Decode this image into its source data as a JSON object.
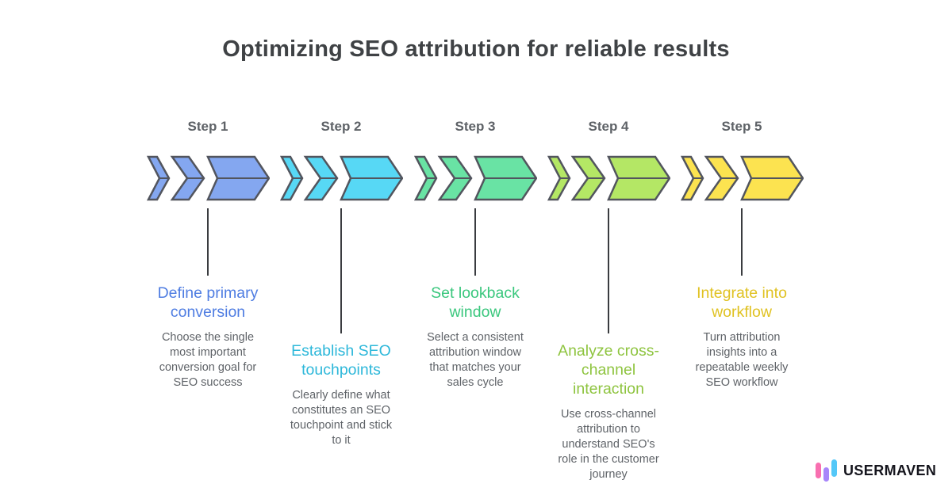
{
  "title": {
    "text": "Optimizing SEO attribution for reliable results",
    "color": "#3f4245"
  },
  "style": {
    "background": "#ffffff",
    "arrow_outline": "#52555e",
    "connector_color": "#3a3c40",
    "step_label_color": "#5e6267",
    "body_text_color": "#5f6368"
  },
  "steps": [
    {
      "label": "Step 1",
      "arrow_color": "#84a7f0",
      "heading": "Define primary conversion",
      "heading_color": "#4f7de2",
      "description": "Choose the single most important conversion goal for SEO success"
    },
    {
      "label": "Step 2",
      "arrow_color": "#57d8f5",
      "heading": "Establish SEO touchpoints",
      "heading_color": "#2eb8da",
      "description": "Clearly define what constitutes an SEO touchpoint and stick to it"
    },
    {
      "label": "Step 3",
      "arrow_color": "#69e3a4",
      "heading": "Set lookback window",
      "heading_color": "#3ac77d",
      "description": "Select a consistent attribution window that matches your sales cycle"
    },
    {
      "label": "Step 4",
      "arrow_color": "#b4e765",
      "heading": "Analyze cross-channel interaction",
      "heading_color": "#8ec43f",
      "description": "Use cross-channel attribution to understand SEO's role in the customer journey"
    },
    {
      "label": "Step 5",
      "arrow_color": "#fce350",
      "heading": "Integrate into workflow",
      "heading_color": "#e0c222",
      "description": "Turn attribution insights into a repeatable weekly SEO workflow"
    }
  ],
  "logo": {
    "text": "USERMAVEN",
    "text_color": "#15151d",
    "bar_colors": [
      "#f86fb0",
      "#a886fa",
      "#54c8f8"
    ]
  }
}
